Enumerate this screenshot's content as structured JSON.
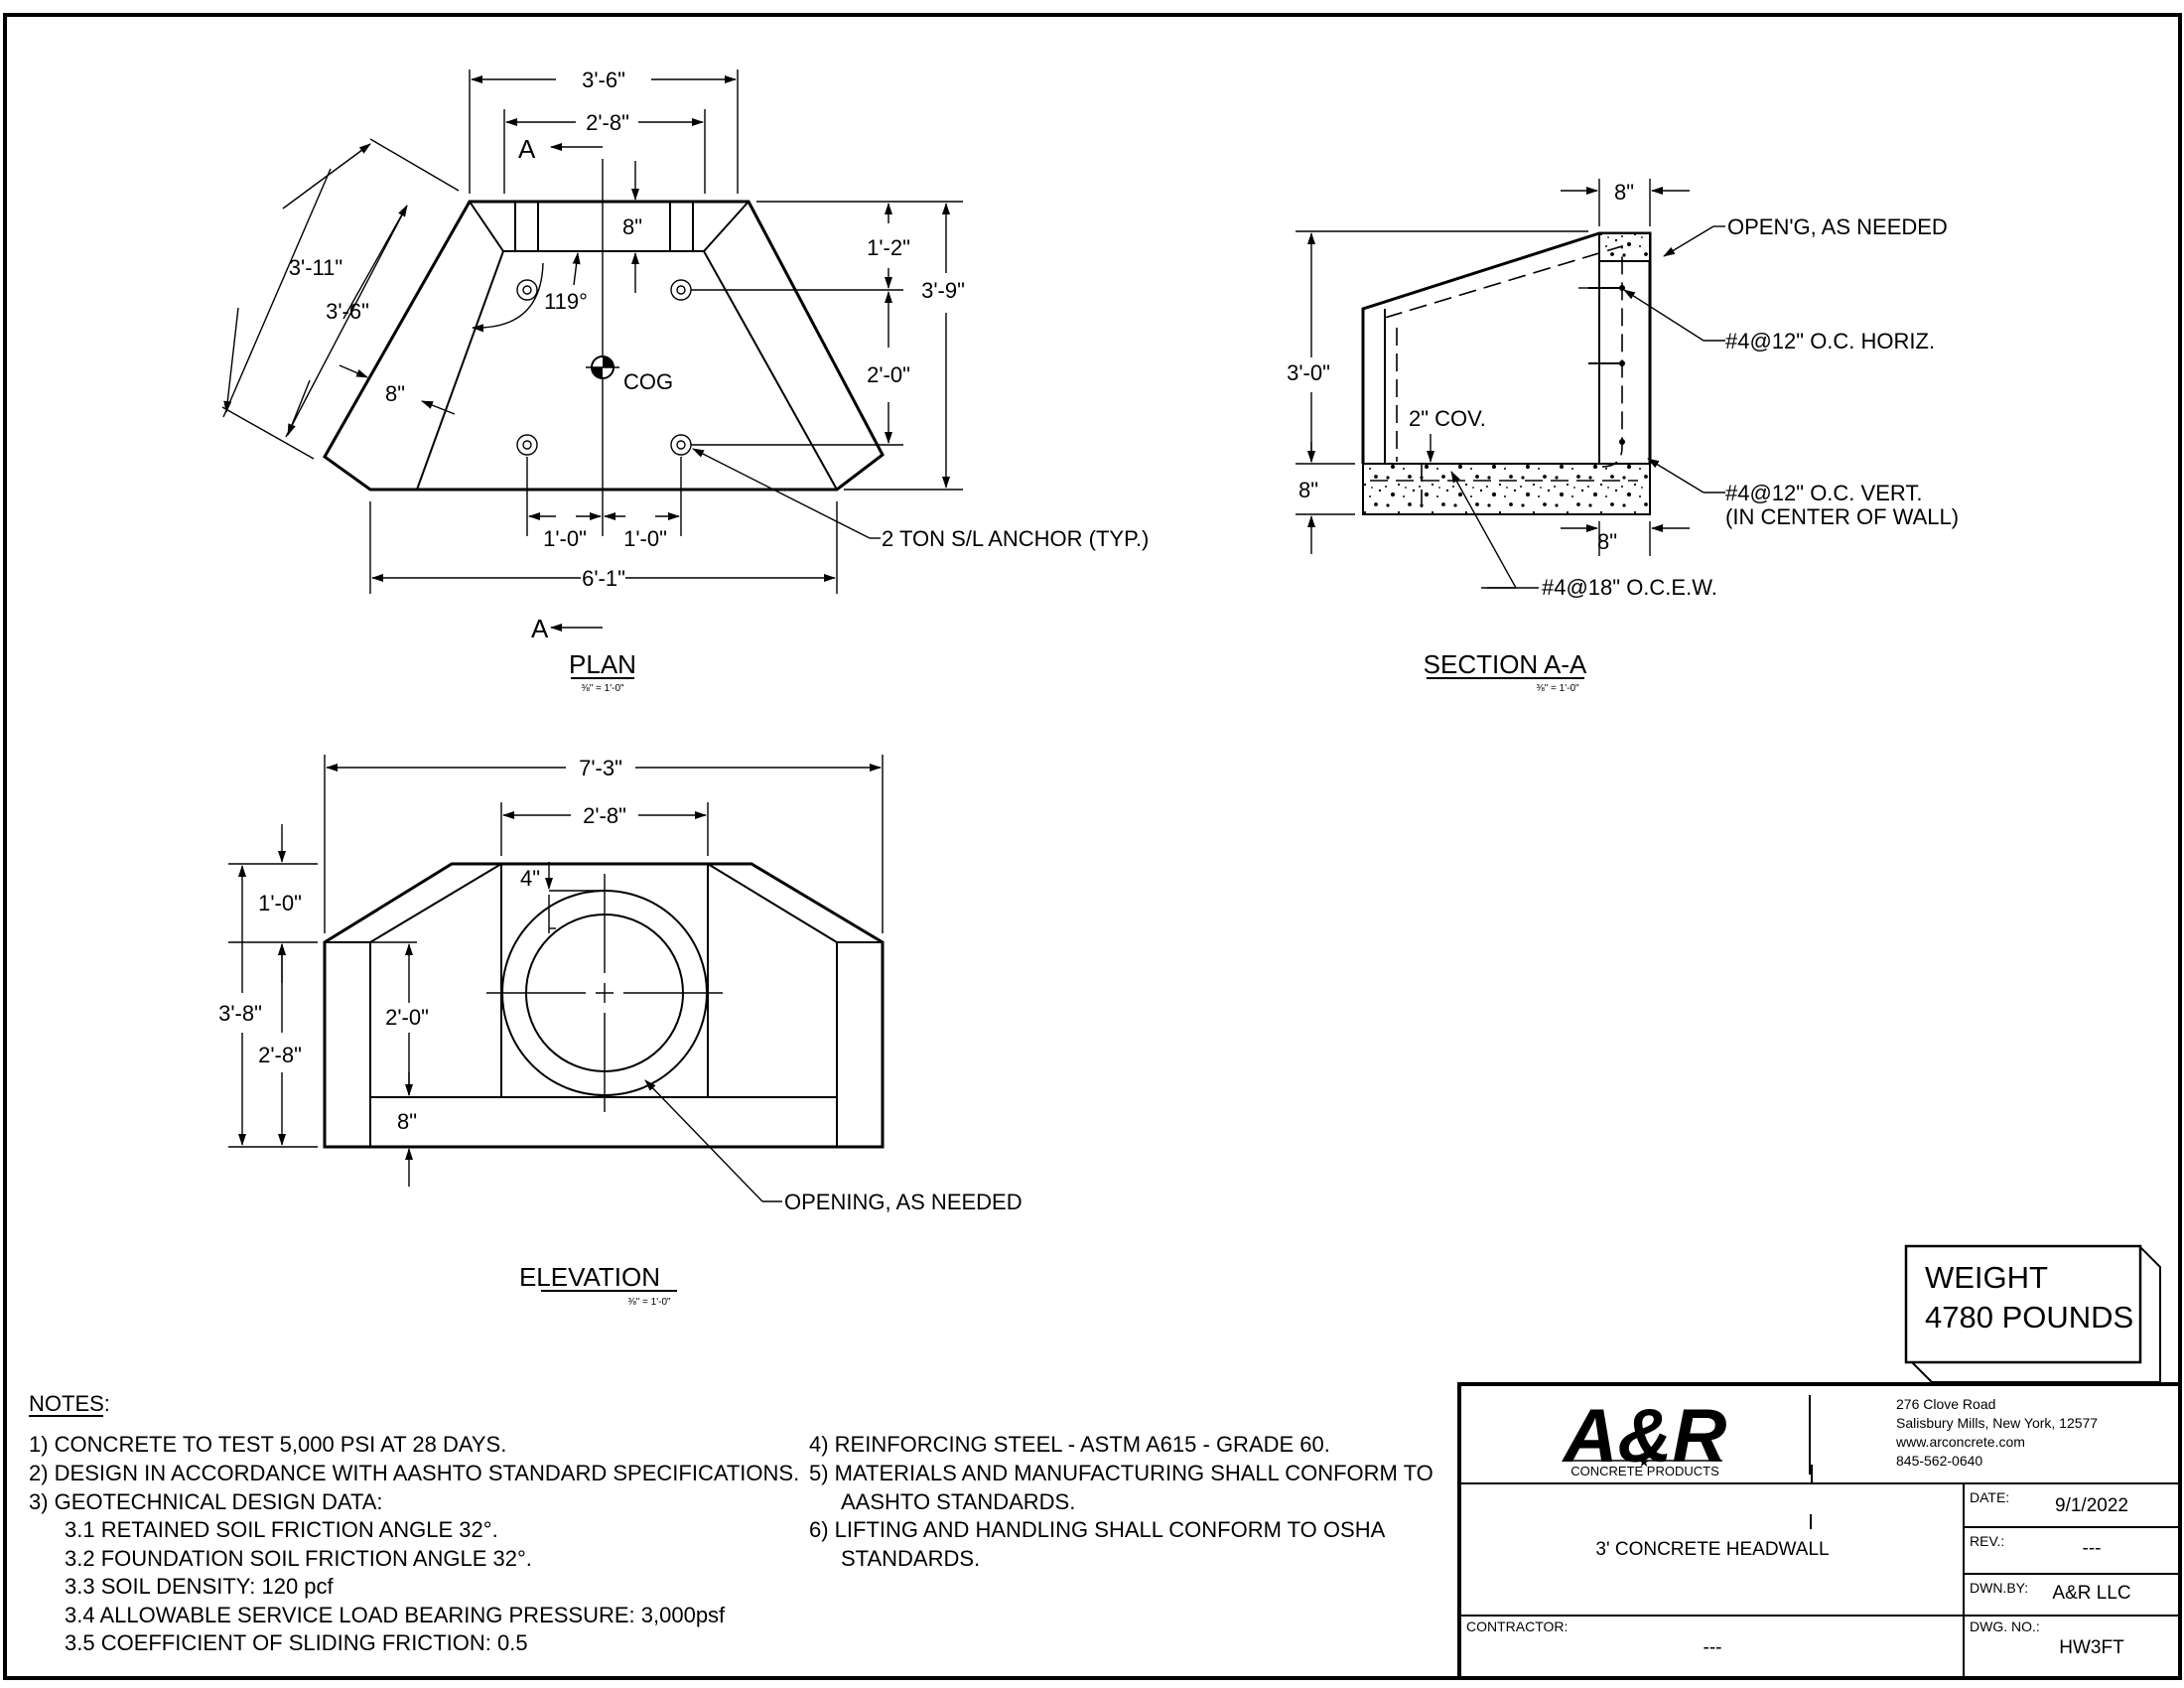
{
  "drawing": {
    "plan": {
      "title": "PLAN",
      "scale": "⅜\" = 1'-0\"",
      "section_marks": [
        "A",
        "A"
      ],
      "dims": {
        "top_outer": "3'-6\"",
        "top_inner": "2'-8\"",
        "wing_outer": "3'-11\"",
        "wing_inner": "3'-6\"",
        "wing_thickness": "8\"",
        "wall_thickness": "8\"",
        "angle": "119°",
        "right_upper": "1'-2\"",
        "right_lower": "2'-0\"",
        "right_total": "3'-9\"",
        "anchor_left": "1'-0\"",
        "anchor_right": "1'-0\"",
        "bottom": "6'-1\""
      },
      "cog_label": "COG",
      "anchor_callout": "2 TON S/L ANCHOR (TYP.)"
    },
    "section": {
      "title": "SECTION A-A",
      "scale": "⅜\" = 1'-0\"",
      "dims": {
        "wall_top": "8\"",
        "height": "3'-0\"",
        "base": "8\"",
        "wall_bottom": "8\"",
        "cover": "2\" COV."
      },
      "callouts": {
        "opening": "OPEN'G, AS NEEDED",
        "horiz": "#4@12\" O.C. HORIZ.",
        "vert_1": "#4@12\" O.C.  VERT.",
        "vert_2": "(IN CENTER OF WALL)",
        "slab": "#4@18\" O.C.E.W."
      }
    },
    "elevation": {
      "title": "ELEVATION",
      "scale": "⅜\" = 1'-0\"",
      "dims": {
        "overall": "7'-3\"",
        "inner": "2'-8\"",
        "top": "1'-0\"",
        "total_height": "3'-8\"",
        "wall_height": "2'-8\"",
        "opening_height": "2'-0\"",
        "gap": "4\"",
        "base": "8\""
      },
      "opening_callout": "OPENING, AS NEEDED"
    }
  },
  "weight": {
    "label": "WEIGHT",
    "value": "4780 POUNDS"
  },
  "notes": {
    "heading": "NOTES:",
    "col1": [
      "1)  CONCRETE TO TEST 5,000 PSI AT 28 DAYS.",
      "2)  DESIGN IN ACCORDANCE WITH AASHTO STANDARD SPECIFICATIONS.",
      "3)  GEOTECHNICAL DESIGN DATA:",
      "3.1  RETAINED SOIL FRICTION ANGLE 32°.",
      "3.2  FOUNDATION SOIL FRICTION ANGLE 32°.",
      "3.3  SOIL DENSITY: 120 pcf",
      "3.4  ALLOWABLE SERVICE LOAD BEARING PRESSURE: 3,000psf",
      "3.5  COEFFICIENT OF SLIDING FRICTION: 0.5"
    ],
    "col2": [
      "4) REINFORCING STEEL - ASTM A615 - GRADE 60.",
      "5) MATERIALS AND MANUFACTURING SHALL CONFORM TO",
      "AASHTO STANDARDS.",
      "6) LIFTING AND HANDLING SHALL CONFORM TO OSHA",
      "STANDARDS."
    ]
  },
  "title_block": {
    "logo_text": "A&R",
    "logo_sub": "CONCRETE PRODUCTS",
    "address": [
      "276 Clove Road",
      "Salisbury Mills, New York, 12577",
      "www.arconcrete.com",
      "845-562-0640"
    ],
    "drawing_title": "3' CONCRETE HEADWALL",
    "contractor_label": "CONTRACTOR:",
    "contractor_value": "---",
    "date_label": "DATE:",
    "date_value": "9/1/2022",
    "rev_label": "REV.:",
    "rev_value": "---",
    "dwn_label": "DWN.BY:",
    "dwn_value": "A&R LLC",
    "dwg_label": "DWG. NO.:",
    "dwg_value": "HW3FT"
  }
}
